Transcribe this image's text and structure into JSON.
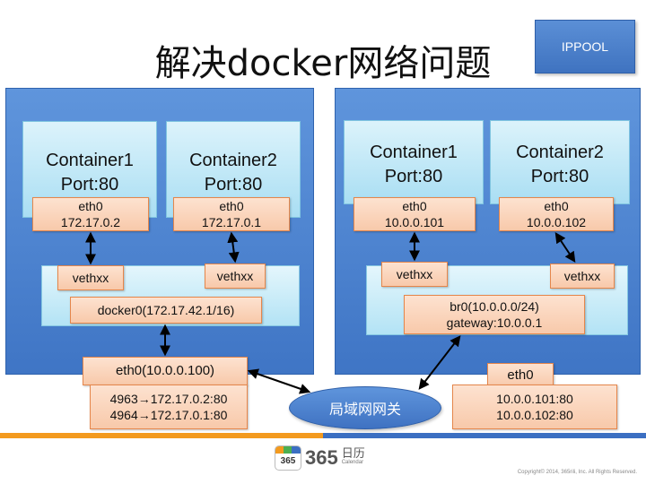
{
  "title": "解决docker网络问题",
  "ippool": "IPPOOL",
  "left": {
    "container1": {
      "line1": "Container1",
      "line2": "Port:80"
    },
    "container2": {
      "line1": "Container2",
      "line2": "Port:80"
    },
    "eth0_1": {
      "line1": "eth0",
      "line2": "172.17.0.2"
    },
    "eth0_2": {
      "line1": "eth0",
      "line2": "172.17.0.1"
    },
    "veth1": "vethxx",
    "veth2": "vethxx",
    "bridge": "docker0(172.17.42.1/16)",
    "host_eth0": "eth0(10.0.0.100)",
    "nat1": "4963→172.17.0.2:80",
    "nat2": "4964→172.17.0.1:80"
  },
  "right": {
    "container1": {
      "line1": "Container1",
      "line2": "Port:80"
    },
    "container2": {
      "line1": "Container2",
      "line2": "Port:80"
    },
    "eth0_1": {
      "line1": "eth0",
      "line2": "10.0.0.101"
    },
    "eth0_2": {
      "line1": "eth0",
      "line2": "10.0.0.102"
    },
    "veth1": "vethxx",
    "veth2": "vethxx",
    "bridge_line1": "br0(10.0.0.0/24)",
    "bridge_line2": "gateway:10.0.0.1",
    "host_eth0": "eth0",
    "addr1": "10.0.0.101:80",
    "addr2": "10.0.0.102:80"
  },
  "gateway": "局域网网关",
  "logo": {
    "icon_text": "365",
    "number": "365",
    "cn": "日历",
    "en": "Calendar"
  },
  "copyright": "Copyright© 2014, 365rili, Inc. All Rights Reserved.",
  "colors": {
    "host_blue": "#4a80cc",
    "container_cyan": "#c4eaf8",
    "port_orange": "#f9d3b9",
    "stripe_orange": "#f39a1e",
    "stripe_blue": "#3b6fc2"
  }
}
